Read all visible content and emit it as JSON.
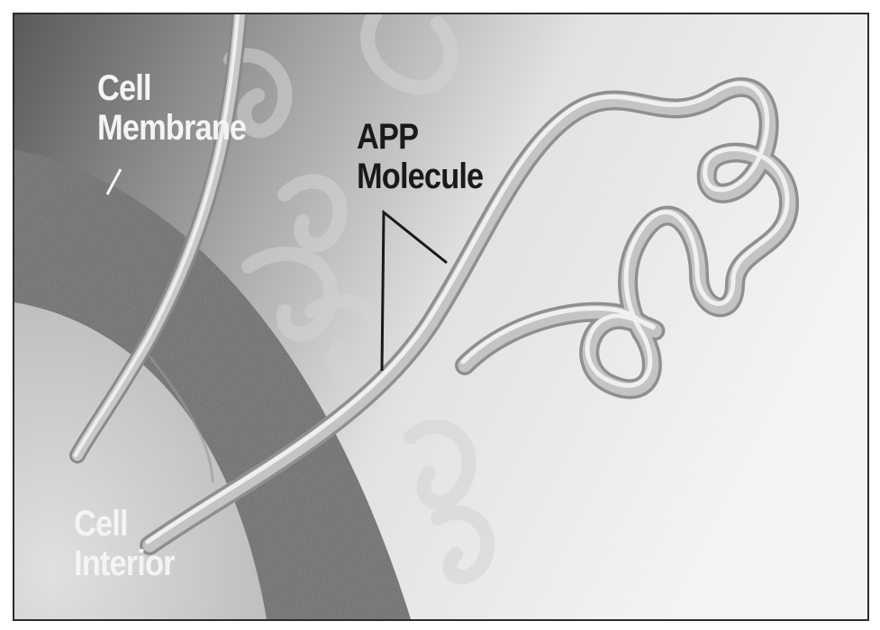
{
  "labels": {
    "cell_membrane": {
      "line1": "Cell",
      "line2": "Membrane"
    },
    "app_molecule": {
      "line1": "APP",
      "line2": "Molecule"
    },
    "cell_interior": {
      "line1": "Cell",
      "line2": "Interior"
    }
  },
  "colors": {
    "exterior_dark": "#5f5f5f",
    "exterior_light": "#eeeeee",
    "membrane": "#6b6b6b",
    "interior": "#cfcfcf",
    "strand": "#bdbdbd",
    "strand_highlight": "#f2f2f2",
    "label_light": "#f4f4f4",
    "label_dark": "#1a1a1a"
  }
}
